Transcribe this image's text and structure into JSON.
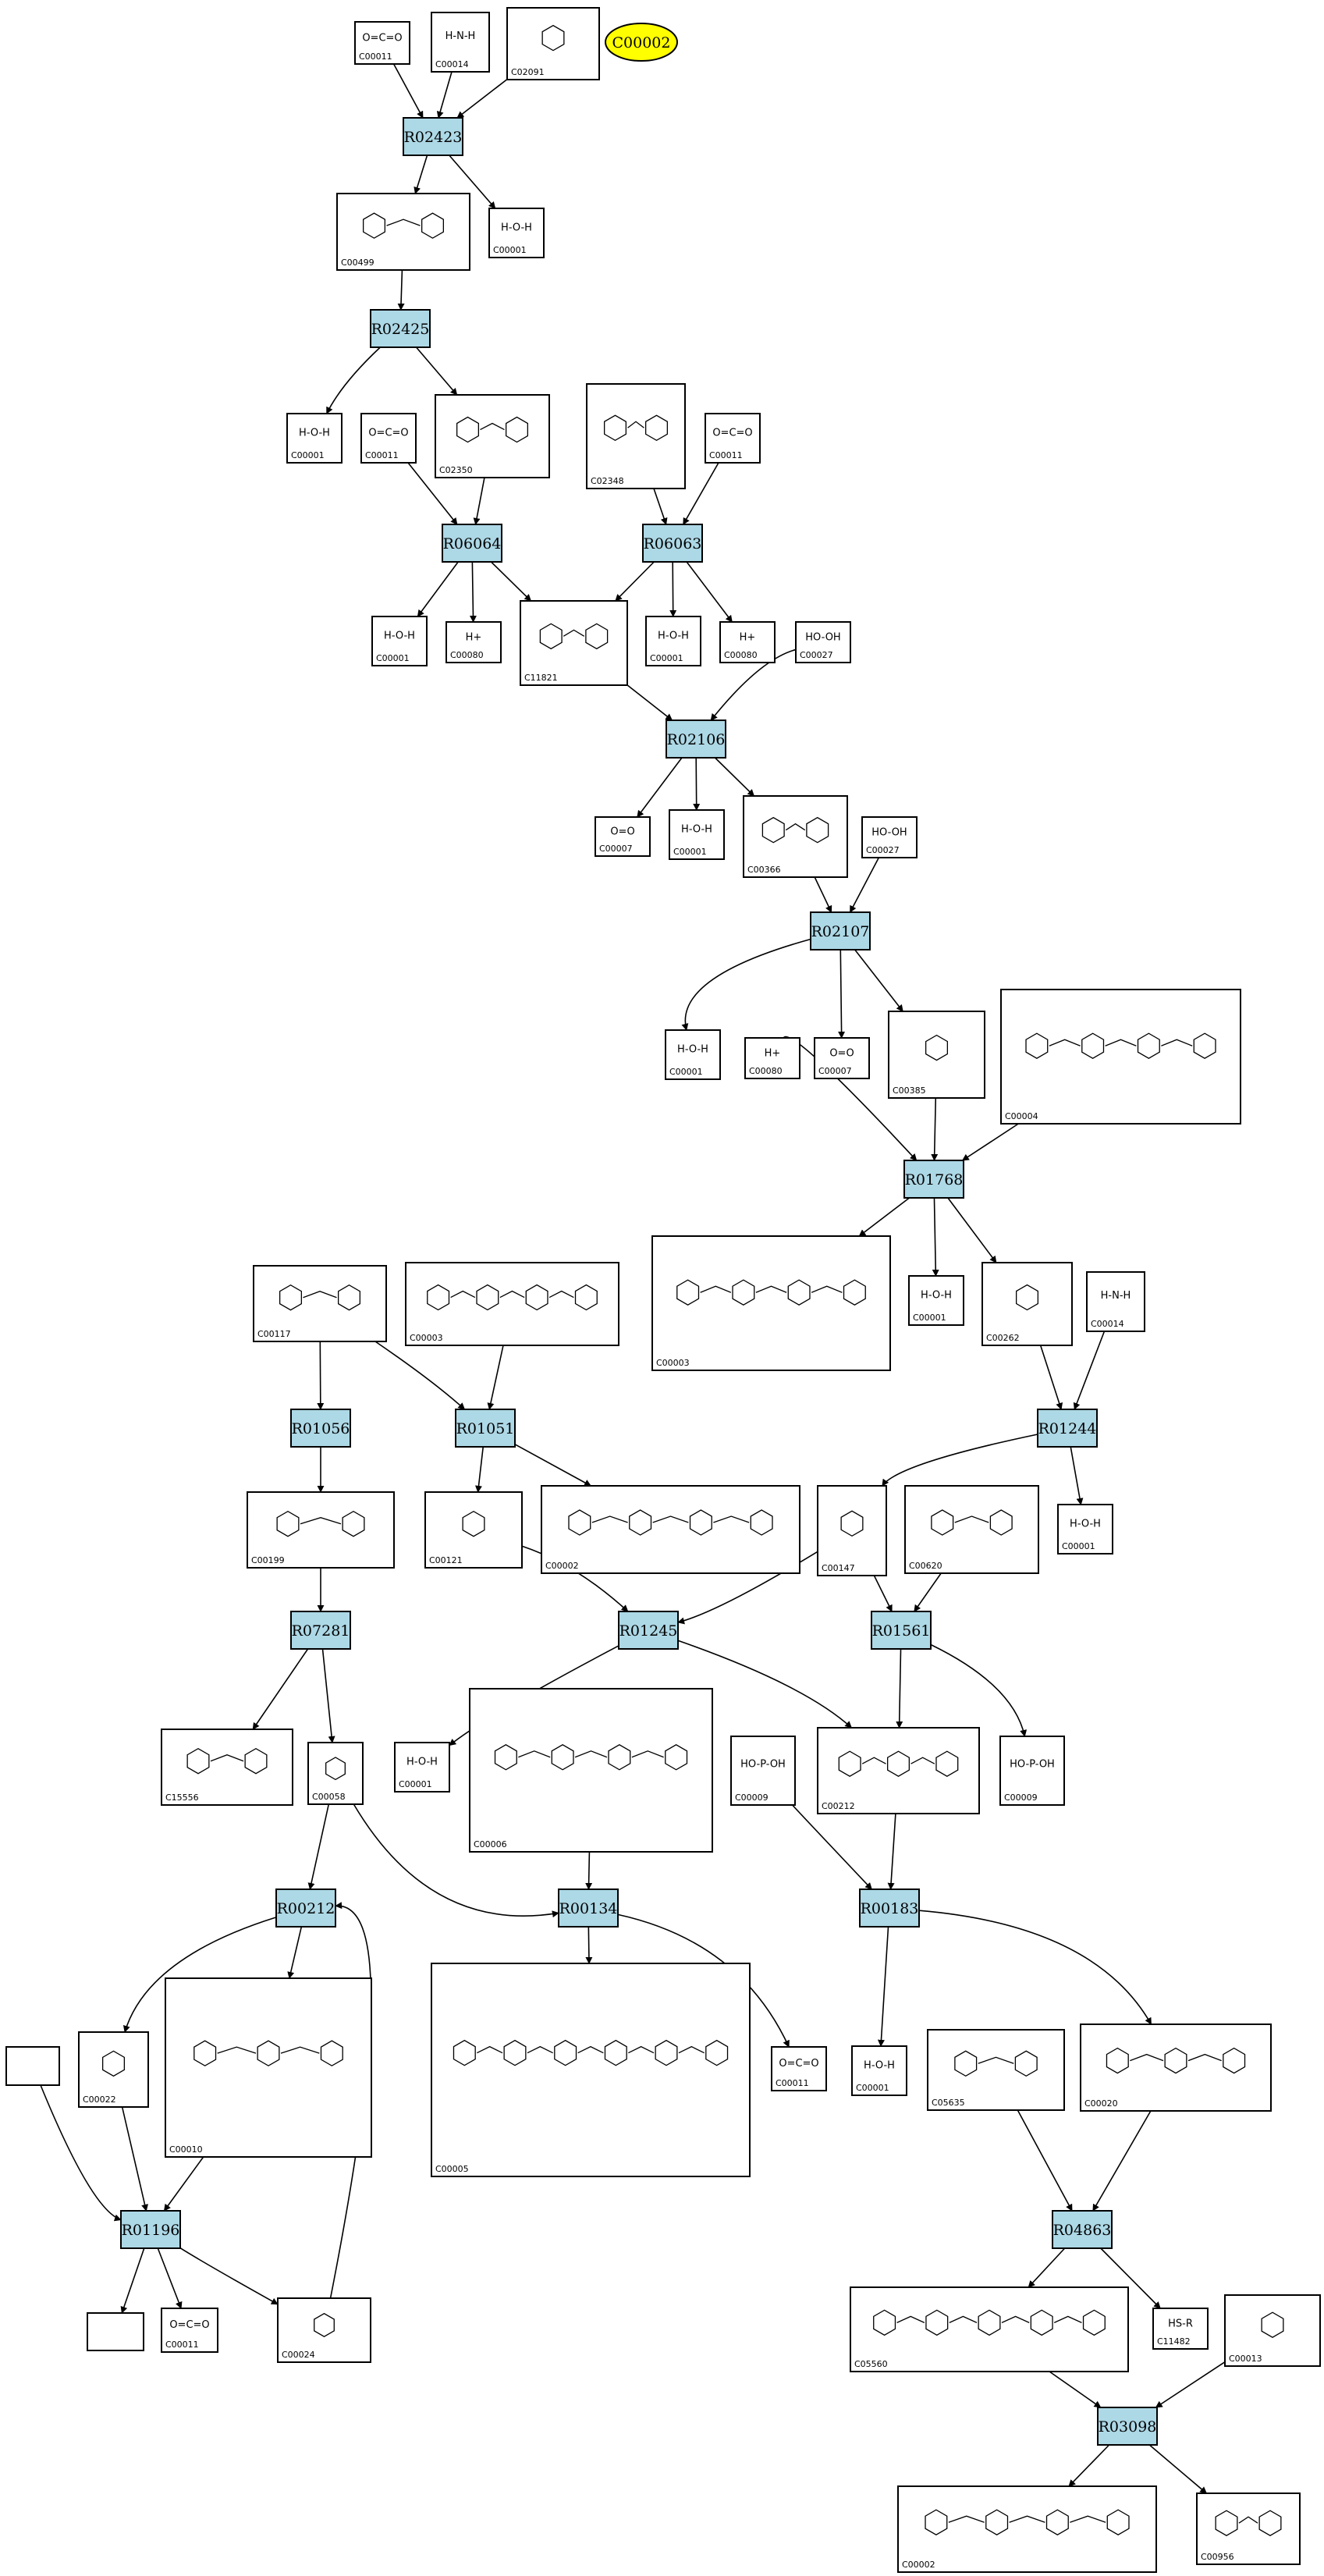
{
  "colors": {
    "reaction_fill": "#add8e6",
    "highlight_fill": "#ffff00",
    "stroke": "#000000"
  },
  "highlight": {
    "label": "C00002"
  },
  "reactions": [
    "R02423",
    "R02425",
    "R06064",
    "R06063",
    "R02106",
    "R02107",
    "R01768",
    "R01056",
    "R01051",
    "R01244",
    "R07281",
    "R01245",
    "R01561",
    "R00212",
    "R00134",
    "R00183",
    "R01196",
    "R04863",
    "R03098"
  ],
  "compounds": [
    {
      "id": "C00011",
      "formula": "O=C=O"
    },
    {
      "id": "C00014",
      "formula": "H-N-H"
    },
    {
      "id": "C02091",
      "formula": ""
    },
    {
      "id": "C00499",
      "formula": ""
    },
    {
      "id": "C00001",
      "formula": "H-O-H"
    },
    {
      "id": "C02350",
      "formula": ""
    },
    {
      "id": "C02348",
      "formula": ""
    },
    {
      "id": "C00080",
      "formula": "H+"
    },
    {
      "id": "C11821",
      "formula": ""
    },
    {
      "id": "C00027",
      "formula": "HO-OH"
    },
    {
      "id": "C00007",
      "formula": "O=O"
    },
    {
      "id": "C00366",
      "formula": ""
    },
    {
      "id": "C00385",
      "formula": ""
    },
    {
      "id": "C00004",
      "formula": ""
    },
    {
      "id": "C00003",
      "formula": ""
    },
    {
      "id": "C00262",
      "formula": ""
    },
    {
      "id": "C00117",
      "formula": ""
    },
    {
      "id": "C00199",
      "formula": ""
    },
    {
      "id": "C00121",
      "formula": ""
    },
    {
      "id": "C00002",
      "formula": ""
    },
    {
      "id": "C00147",
      "formula": ""
    },
    {
      "id": "C00620",
      "formula": ""
    },
    {
      "id": "C15556",
      "formula": ""
    },
    {
      "id": "C00058",
      "formula": ""
    },
    {
      "id": "C00006",
      "formula": ""
    },
    {
      "id": "C00009",
      "formula": "HO-P-OH"
    },
    {
      "id": "C00212",
      "formula": ""
    },
    {
      "id": "C00022",
      "formula": ""
    },
    {
      "id": "C00010",
      "formula": ""
    },
    {
      "id": "C00005",
      "formula": ""
    },
    {
      "id": "C05635",
      "formula": ""
    },
    {
      "id": "C00020",
      "formula": ""
    },
    {
      "id": "C00024",
      "formula": ""
    },
    {
      "id": "C05560",
      "formula": ""
    },
    {
      "id": "C11482",
      "formula": "HS-R"
    },
    {
      "id": "C00013",
      "formula": ""
    },
    {
      "id": "C00956",
      "formula": ""
    }
  ]
}
